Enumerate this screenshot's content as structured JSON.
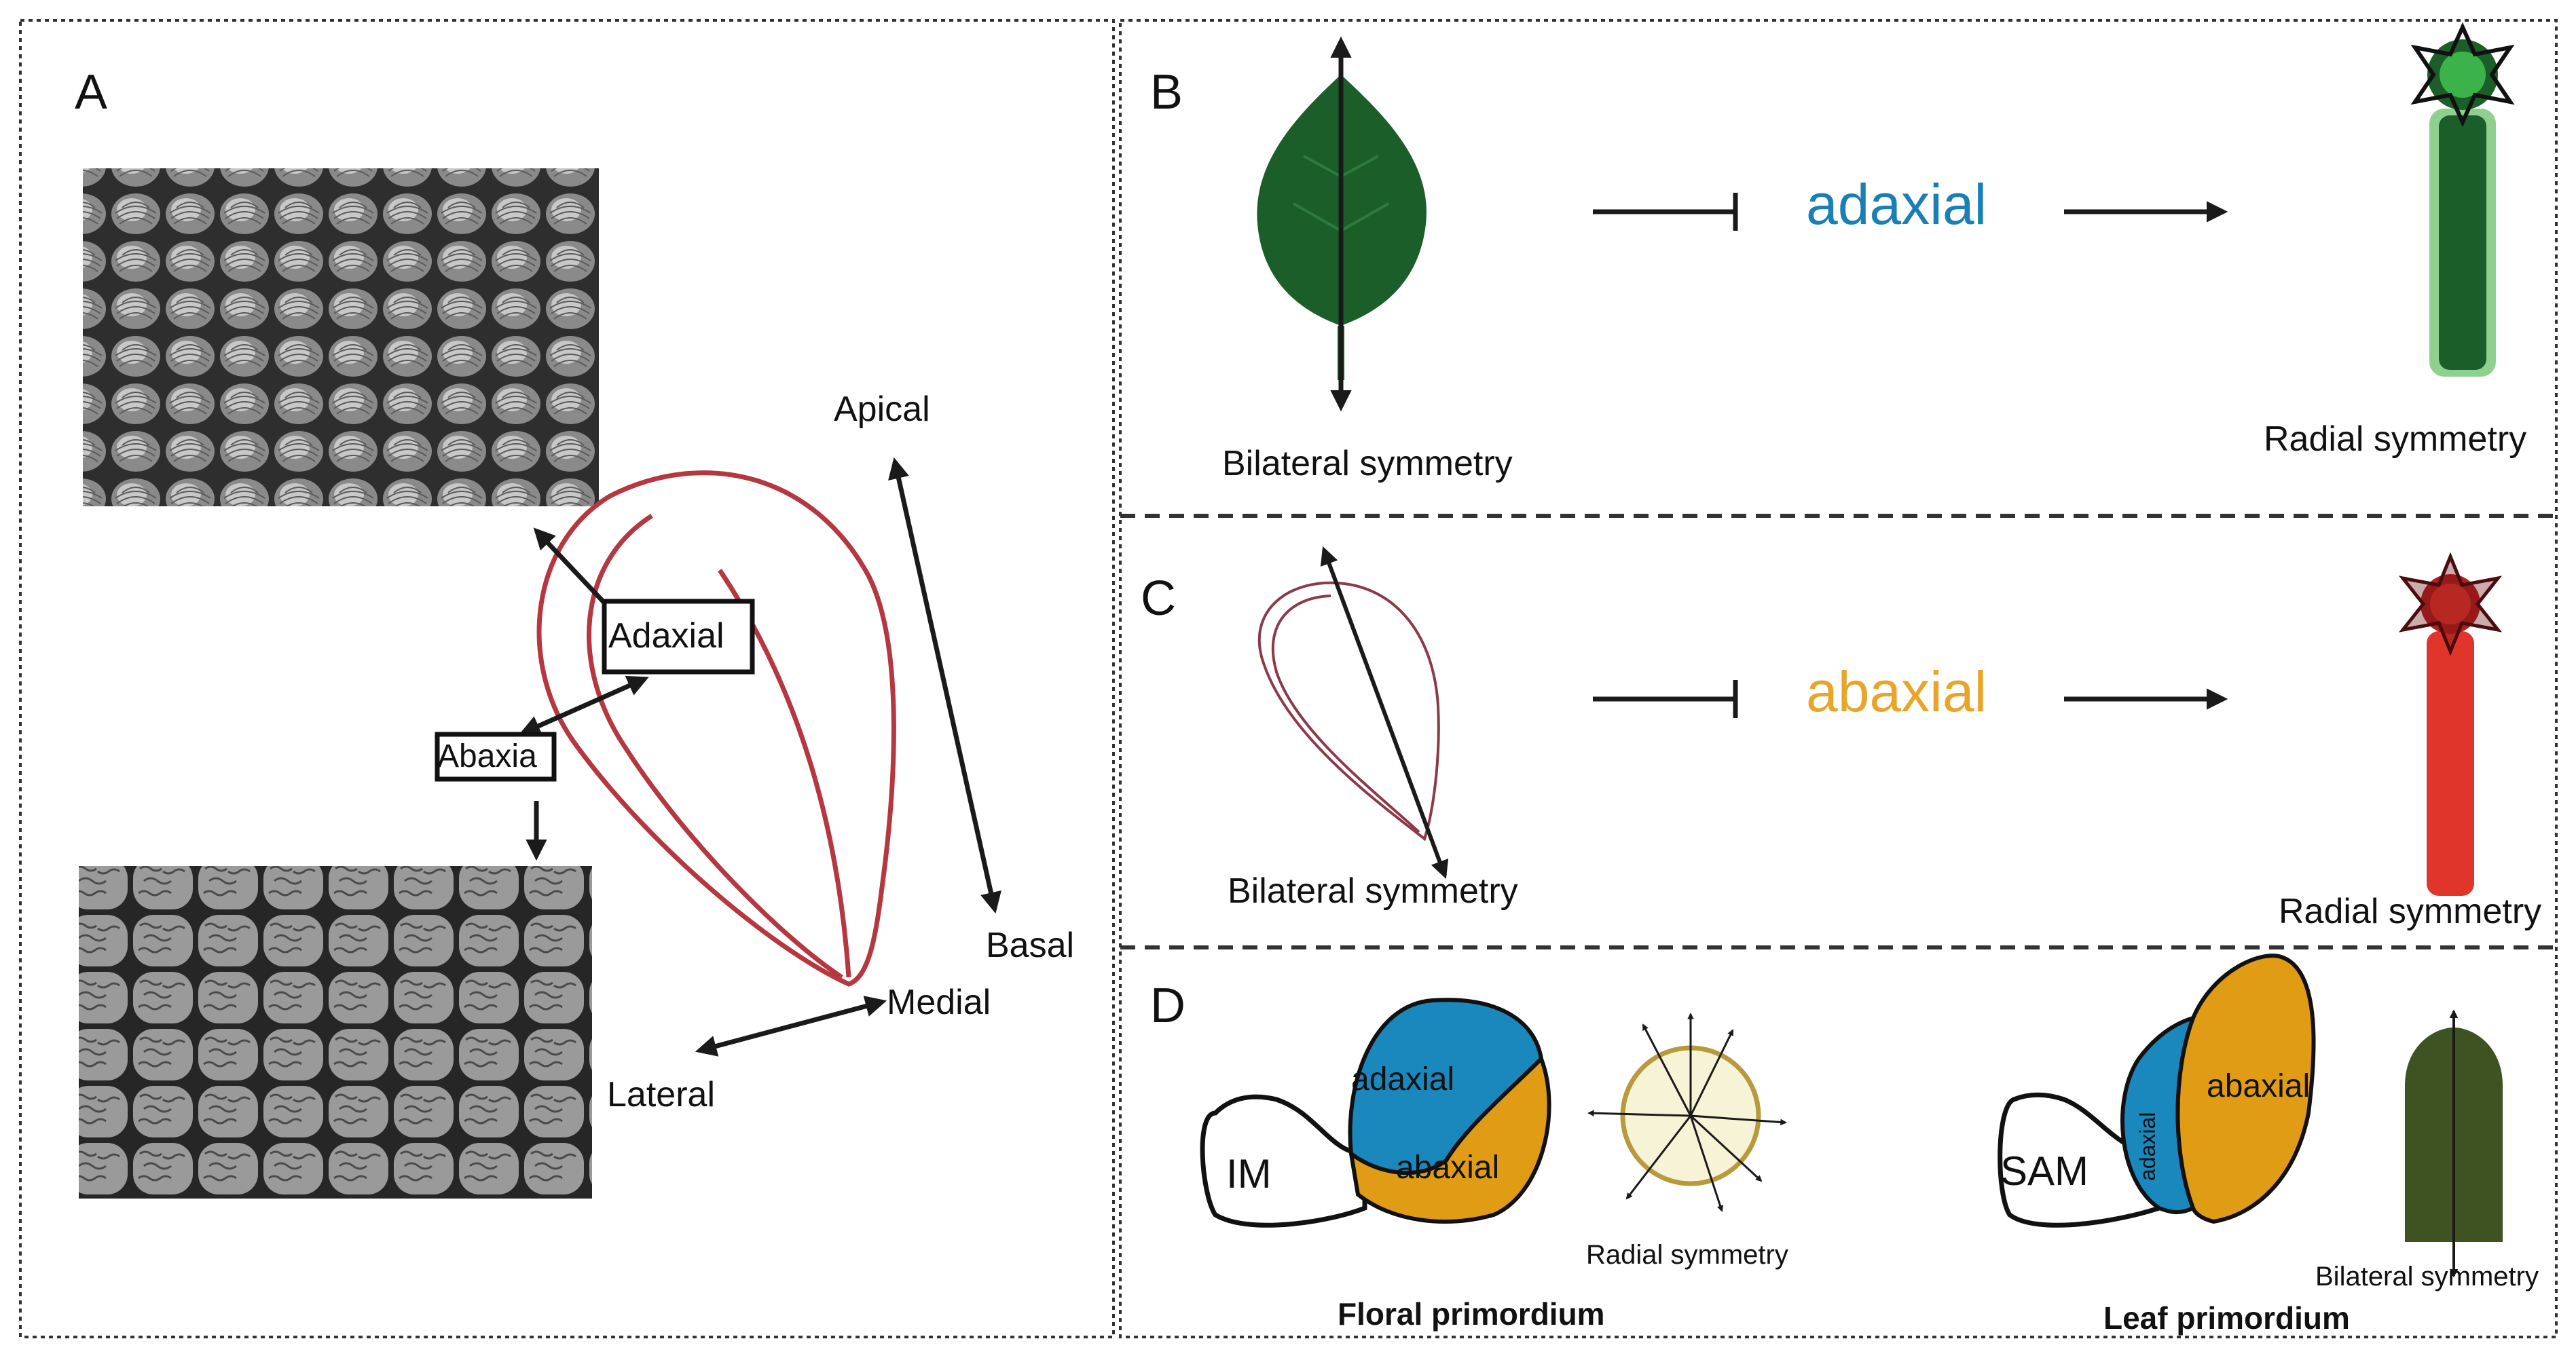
{
  "panels": {
    "A": {
      "letter": "A",
      "labels": {
        "apical": "Apical",
        "basal": "Basal",
        "medial": "Medial",
        "lateral": "Lateral",
        "adaxial": "Adaxial",
        "abaxial": "Abaxia"
      }
    },
    "B": {
      "letter": "B",
      "center_word": "adaxial",
      "left_caption": "Bilateral symmetry",
      "right_caption": "Radial symmetry"
    },
    "C": {
      "letter": "C",
      "center_word": "abaxial",
      "left_caption": "Bilateral symmetry",
      "right_caption": "Radial symmetry"
    },
    "D": {
      "letter": "D",
      "floral": {
        "im_label": "IM",
        "adaxial": "adaxial",
        "abaxial": "abaxial",
        "symmetry": "Radial symmetry",
        "caption": "Floral primordium"
      },
      "leaf": {
        "sam_label": "SAM",
        "adaxial": "adaxial",
        "abaxial": "abaxial",
        "symmetry": "Bilateral symmetry",
        "caption": "Leaf primordium"
      }
    }
  },
  "colors": {
    "adaxial_text": "#1a7fb5",
    "abaxial_text": "#e8a52a",
    "leaf_dark_green": "#1b5e2a",
    "outline_red": "#b5373f",
    "rod_red": "#e0352b",
    "blue_region": "#1a87bd",
    "orange_region": "#e09c14",
    "olive_green": "#3f5222",
    "pale_yellow": "#f7f3d6"
  }
}
